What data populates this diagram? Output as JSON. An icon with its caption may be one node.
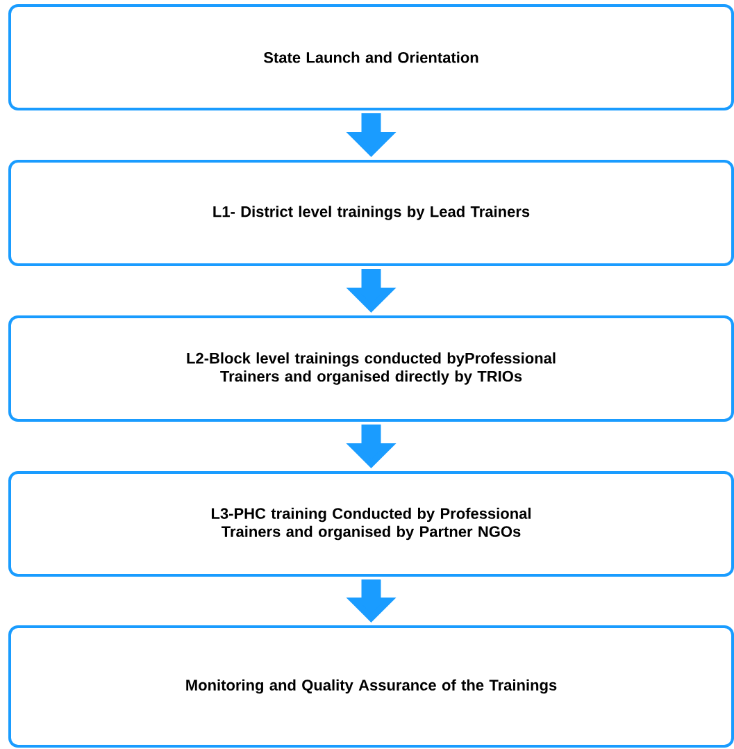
{
  "diagram": {
    "nodes": [
      {
        "text": [
          "State Launch and Orientation"
        ]
      },
      {
        "text": [
          "L1- District level trainings by Lead Trainers"
        ]
      },
      {
        "text": [
          "L2-Block level trainings conducted byProfessional Trainers and organised directly by TRIOs"
        ]
      },
      {
        "text": [
          "L3-PHC training Conducted by Professional Trainers and organised by Partner NGOs"
        ]
      },
      {
        "text": [
          "Monitoring and Quality Assurance of the Trainings"
        ]
      }
    ],
    "edges": [
      {
        "from": 0,
        "to": 1,
        "arrow": "to"
      },
      {
        "from": 1,
        "to": 2,
        "arrow": "to"
      },
      {
        "from": 2,
        "to": 3,
        "arrow": "to"
      },
      {
        "from": 3,
        "to": 4,
        "arrow": "to"
      }
    ]
  }
}
